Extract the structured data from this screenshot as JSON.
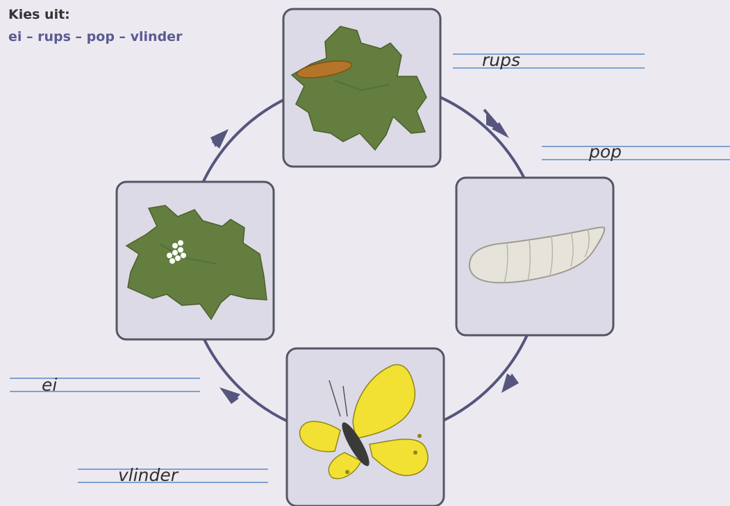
{
  "instruction": {
    "title": "Kies uit:",
    "words": "ei – rups – pop – vlinder"
  },
  "answers": {
    "rups": "rups",
    "pop": "pop",
    "ei": "ei",
    "vlinder": "vlinder"
  },
  "colors": {
    "background": "#ECEAF0",
    "cycle_arrow": "#56557E",
    "card_fill": "#DCDAE6",
    "card_border": "#555566",
    "answer_line": "#5C87C8",
    "leaf": "#637E3F",
    "caterpillar": "#B4742A",
    "pupa": "#E6E3DA",
    "butterfly_wing": "#F2E132",
    "butterfly_body": "#3A3A3A",
    "egg": "#FFFFFF"
  },
  "stages": [
    {
      "icon": "leaf-with-caterpillar-icon"
    },
    {
      "icon": "pupa-icon"
    },
    {
      "icon": "butterfly-icon"
    },
    {
      "icon": "leaf-with-eggs-icon"
    }
  ]
}
